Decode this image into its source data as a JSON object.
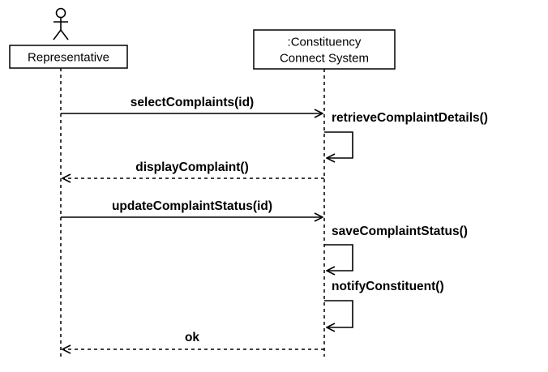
{
  "colors": {
    "stroke": "#000000",
    "background": "#ffffff"
  },
  "actor": {
    "icon": "stick-figure-actor",
    "label": "Representative"
  },
  "system": {
    "label_line1": ":Constituency",
    "label_line2": "Connect System"
  },
  "messages": {
    "m1": "selectComplaints(id)",
    "m2": "retrieveComplaintDetails()",
    "m3": "displayComplaint()",
    "m4": "updateComplaintStatus(id)",
    "m5": "saveComplaintStatus()",
    "m6": "notifyConstituent()",
    "m7": "ok"
  }
}
